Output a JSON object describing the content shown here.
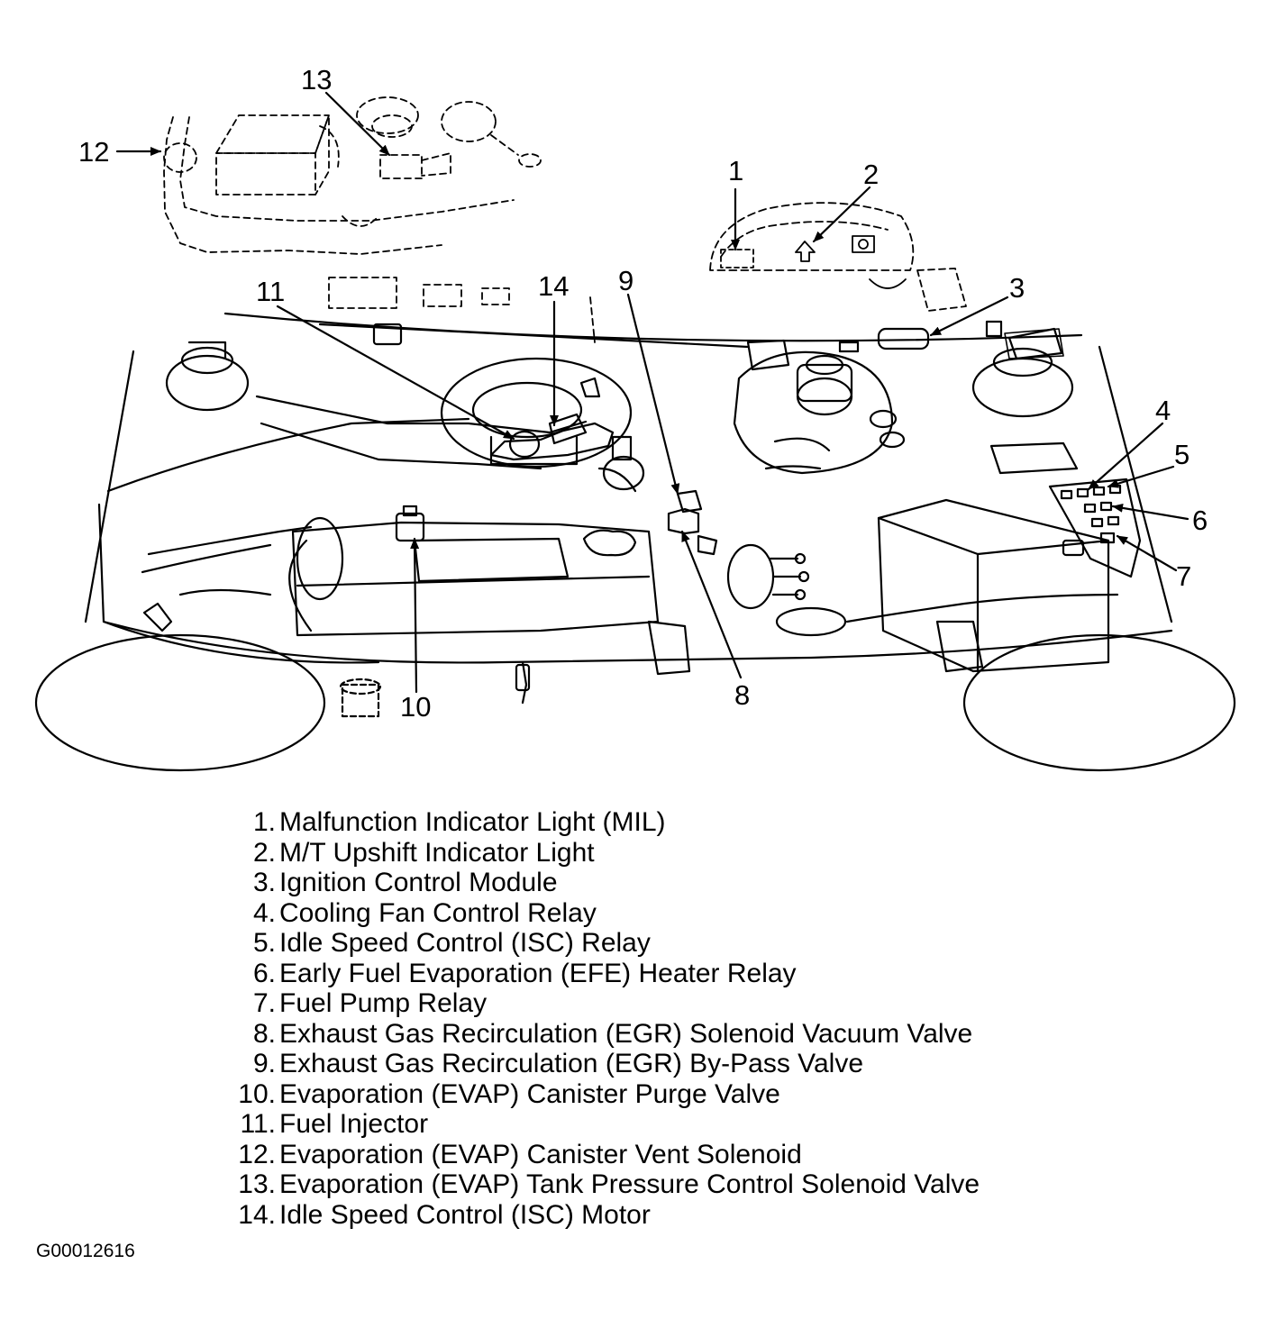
{
  "callouts": [
    "1",
    "2",
    "3",
    "4",
    "5",
    "6",
    "7",
    "8",
    "9",
    "10",
    "11",
    "12",
    "13",
    "14"
  ],
  "legend": [
    {
      "num": "1.",
      "text": "Malfunction Indicator Light (MIL)"
    },
    {
      "num": "2.",
      "text": "M/T Upshift Indicator Light"
    },
    {
      "num": "3.",
      "text": "Ignition Control Module"
    },
    {
      "num": "4.",
      "text": "Cooling Fan Control Relay"
    },
    {
      "num": "5.",
      "text": "Idle Speed Control (ISC) Relay"
    },
    {
      "num": "6.",
      "text": "Early Fuel Evaporation (EFE) Heater Relay"
    },
    {
      "num": "7.",
      "text": "Fuel Pump Relay"
    },
    {
      "num": "8.",
      "text": "Exhaust Gas Recirculation (EGR) Solenoid Vacuum Valve"
    },
    {
      "num": "9.",
      "text": "Exhaust Gas Recirculation (EGR) By-Pass Valve"
    },
    {
      "num": "10.",
      "text": "Evaporation (EVAP) Canister Purge Valve"
    },
    {
      "num": "11.",
      "text": "Fuel Injector"
    },
    {
      "num": "12.",
      "text": "Evaporation (EVAP) Canister Vent Solenoid"
    },
    {
      "num": "13.",
      "text": "Evaporation (EVAP) Tank Pressure Control Solenoid Valve"
    },
    {
      "num": "14.",
      "text": "Idle Speed Control (ISC) Motor"
    }
  ],
  "figure_id": "G00012616"
}
